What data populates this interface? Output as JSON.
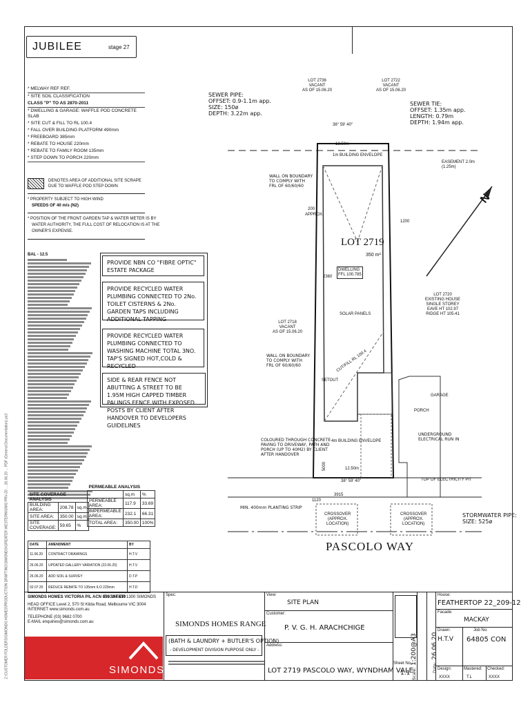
{
  "margin_note": "Z:\\CUSTOMER FOLDERS\\SIMONDS HOMES\\PRODUCTION DRAFTING\\SIMONDS\\GREATER WESTERN\\SIMS PRV-20 ... 26.06.20 ... PDF (General Documentation).pc3",
  "header": {
    "title": "JUBILEE",
    "stage": "stage 27"
  },
  "notes": [
    "* MELWAY REF  REF.",
    "* SITE SOIL CLASSIFICATION",
    "CLASS \"P\" TO AS 2870-2011",
    "* DWELLING & GARAGE: WAFFLE POD CONCRETE SLAB",
    "* SITE CUT & FILL TO RL 100.4",
    "* FALL OVER BUILDING PLATFORM 490mm",
    "* FREEBOARD 385mm",
    "* REBATE TO HOUSE 220mm",
    "* REBATE TO FAMILY ROOM 135mm",
    "* STEP DOWN TO PORCH 220mm"
  ],
  "legend": {
    "line1": "DENOTES AREA OF ADDITIONAL SITE SCRAPE",
    "line2": "DUE TO WAFFLE POD STEP DOWN"
  },
  "wind": {
    "line1": "* PROPERTY SUBJECT TO HIGH WIND",
    "line2": "SPEEDS OF 40 m/s (N2)"
  },
  "garden_tap": [
    "* POSITION OF THE FRONT GARDEN TAP & WATER METER IS BY",
    "WATER AUTHORITY, THE FULL COST OF RELOCATION IS AT THE",
    "OWNER'S EXPENSE."
  ],
  "spec_heading": "BAL - 12.5",
  "provide_boxes": [
    "PROVIDE NBN CO \"FIBRE OPTIC\" ESTATE PACKAGE",
    "PROVIDE RECYCLED WATER PLUMBING CONNECTED TO 2No. TOILET CISTERNS & 2No. GARDEN TAPS INCLUDING ADDITIONAL TAPPING",
    "PROVIDE RECYCLED WATER PLUMBING CONNECTED TO WASHING MACHINE TOTAL 3NO. TAP'S SIGNED HOT,COLD & RECYCLED",
    "SIDE & REAR FENCE NOT ABUTTING A STREET TO BE 1.95M HIGH CAPPED TIMBER PALINGS FENCE WITH EXPOSED POSTS BY CLIENT AFTER HANDOVER TO DEVELOPERS GUIDELINES"
  ],
  "site_coverage": {
    "title": "SITE COVERAGE ANALYSIS",
    "rows": [
      [
        "BUILDING AREA:",
        "208.78",
        "sq.m"
      ],
      [
        "SITE AREA:",
        "350.00",
        "sq.m"
      ],
      [
        "SITE COVERAGE:",
        "59.65",
        "%"
      ]
    ]
  },
  "permeable": {
    "title": "PERMEABLE ANALYSIS",
    "head": [
      "",
      "sq.m",
      "%"
    ],
    "rows": [
      [
        "PERMEABLE AREA:",
        "117.9",
        "33.69"
      ],
      [
        "IMPERMEABLE AREA:",
        "232.1",
        "66.31"
      ],
      [
        "TOTAL AREA:",
        "350.00",
        "100%"
      ]
    ]
  },
  "revisions": {
    "head": [
      "DATE",
      "AMENDMENT",
      "BY"
    ],
    "rows": [
      [
        "11.06.20",
        "CONTRACT DRAWINGS",
        "H.T.V"
      ],
      [
        "26.06.20",
        "UPDATED GALLERY VARIATION (22.06.20)",
        "H.T.V"
      ],
      [
        "26.06.20",
        "ADD SOIL & SURVEY",
        "D.T.P"
      ],
      [
        "02.07.20",
        "REDUCE REBATE TO 135mm ILO 220mm",
        "H.T.D"
      ]
    ]
  },
  "company": {
    "line1": "SIMONDS HOMES VICTORIA P/L  ACN 050 197 610",
    "eng": "ENGINEER  1300 SIMONDS",
    "office": "HEAD OFFICE  Level 2, 570 St Kilda Road, Melbourne VIC 3004",
    "internet": "INTERNET  www.simonds.com.au",
    "tel": "TELEPHONE (03) 9682 0700",
    "email": "E-MAIL  enquiries@simonds.com.au",
    "logo": "SIMONDS"
  },
  "spec": {
    "label": "Spec:",
    "range": "SIMONDS HOMES RANGE",
    "option": "(BATH & LAUNDRY + BUTLER'S OPTION)",
    "dev": "- DEVELOPMENT DIVISION PURPOSE ONLY -"
  },
  "view": {
    "label": "View:",
    "value": "SITE PLAN"
  },
  "customer": {
    "label": "Customer:",
    "value": "P. V. G. H. ARACHCHIGE"
  },
  "address": {
    "label": "Address:",
    "value": "LOT 2719 PASCOLO WAY, WYNDHAM VALE"
  },
  "sheet": {
    "label": "Sheet No.:",
    "value": "1.1"
  },
  "scale": {
    "label": "Scale:",
    "value": "1:200@A3"
  },
  "date": {
    "label": "Date:",
    "value": "26.06.20"
  },
  "house": {
    "label": "House:",
    "value": "FEATHERTOP 22_209-12"
  },
  "facade": {
    "label": "Facade:",
    "value": "MACKAY"
  },
  "drawn": {
    "label": "Drawn:",
    "value": "H.T.V"
  },
  "job": {
    "label": "Job No:",
    "value": "64805 CON"
  },
  "design": {
    "label": "Design:",
    "value": "XXXX"
  },
  "mastered": {
    "label": "Mastered:",
    "value": "T.L"
  },
  "checked": {
    "label": "Checked:",
    "value": "XXXX"
  },
  "plan": {
    "sewer_pipe": [
      "SEWER PIPE:",
      "OFFSET: 0.9-1.1m app.",
      "SIZE: 150ø",
      "DEPTH: 3.22m app."
    ],
    "sewer_tie": [
      "SEWER TIE:",
      "OFFSET: 1.35m app.",
      "LENGTH: 0.79m",
      "DEPTH: 1.94m app."
    ],
    "lot2736": [
      "LOT 2736",
      "VACANT",
      "AS OF 15.06.20"
    ],
    "lot2722": [
      "LOT 2722",
      "VACANT",
      "AS OF 15.06.20"
    ],
    "lot2718": [
      "LOT 2718",
      "VACANT",
      "AS OF 15.06.20"
    ],
    "lot2720": [
      "LOT 2720",
      "EXISTING HOUSE",
      "SINGLE STOREY",
      "EAVE HT 102.97",
      "RIDGE HT 105.41"
    ],
    "lot": "LOT 2719",
    "area": "350 m²",
    "dwelling": [
      "DWELLING",
      "FFL 100.785"
    ],
    "solar": "SOLAR PANELS",
    "cutfill": "CUT/FILL RL 100.4",
    "garage": "GARAGE",
    "porch": "PORCH",
    "easement": [
      "EASEMENT 2.0m",
      "(1.25m)"
    ],
    "wall1": [
      "WALL ON BOUNDARY",
      "TO COMPLY WITH",
      "FRL OF 60/60/60"
    ],
    "wall2": [
      "WALL ON BOUNDARY",
      "TO COMPLY WITH",
      "FRL OF 60/60/60"
    ],
    "concrete": [
      "COLOURED THROUGH CONCRETE",
      "PAVING TO DRIVEWAY, PATH AND",
      "PORCH (UP TO 40M2) BY CLIENT",
      "AFTER HANDOVER"
    ],
    "electrical": [
      "UNDERGROUND",
      "ELECTRICAL RUN IN"
    ],
    "planting": "MIN. 400mm PLANTING STRIP",
    "crossover": [
      "CROSSOVER",
      "(APPROX.",
      "LOCATION)"
    ],
    "storm": [
      "STORMWATER PIPE:",
      "SIZE: 525ø"
    ],
    "street": "PASCOLO WAY",
    "dims": {
      "top": "12.50m",
      "bottom": "12.50m",
      "bearing_top": "38° 59' 40\"",
      "bearing_bot": "38° 59' 40\"",
      "approx200": "200",
      "approx": "APPROX.",
      "d1200": "1200",
      "d3915": "3915",
      "d1120": "1120",
      "d5000": "5000",
      "d2360": "2360",
      "setout": "SETOUT",
      "d1m": "1m BUILDING ENVELOPE",
      "north": "N",
      "twb": "TOP OF ELECTRICITY PIT",
      "fourm": "4m BUILDING ENVELOPE"
    }
  }
}
